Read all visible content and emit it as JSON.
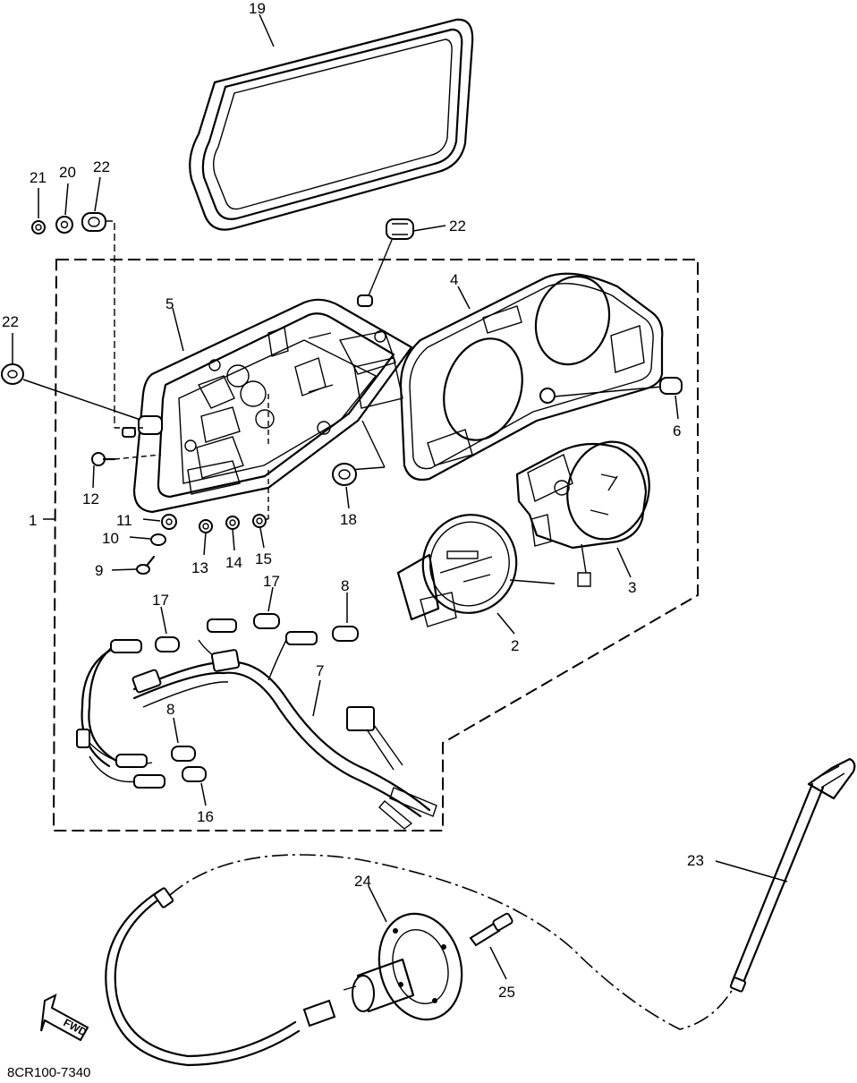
{
  "diagram_code": "8CR100-7340",
  "fwd_label": "FWD",
  "parts": {
    "p1": "1",
    "p2": "2",
    "p3": "3",
    "p4": "4",
    "p5": "5",
    "p6": "6",
    "p7": "7",
    "p8a": "8",
    "p8b": "8",
    "p9": "9",
    "p10": "10",
    "p11": "11",
    "p12": "12",
    "p13": "13",
    "p14": "14",
    "p15": "15",
    "p16": "16",
    "p17a": "17",
    "p17b": "17",
    "p18": "18",
    "p19": "19",
    "p20": "20",
    "p21": "21",
    "p22a": "22",
    "p22b": "22",
    "p22c": "22",
    "p23": "23",
    "p24": "24",
    "p25": "25"
  }
}
